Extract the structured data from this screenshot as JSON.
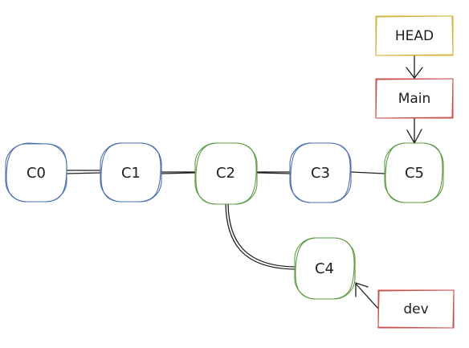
{
  "colors": {
    "blue_fill": "#dbe4fb",
    "blue_stroke": "#4a6fae",
    "green_fill": "#dcefd4",
    "green_stroke": "#5d9c45",
    "yellow_fill": "#fdf3c4",
    "yellow_stroke": "#d4b23a",
    "red_fill": "#f6cfcf",
    "red_stroke": "#c8504f",
    "line": "#1e1e1e"
  },
  "commits": [
    {
      "id": "c0",
      "label": "C0",
      "color": "blue"
    },
    {
      "id": "c1",
      "label": "C1",
      "color": "blue"
    },
    {
      "id": "c2",
      "label": "C2",
      "color": "green"
    },
    {
      "id": "c3",
      "label": "C3",
      "color": "blue"
    },
    {
      "id": "c5",
      "label": "C5",
      "color": "green"
    },
    {
      "id": "c4",
      "label": "C4",
      "color": "green"
    }
  ],
  "refs": [
    {
      "id": "head",
      "label": "HEAD",
      "color": "yellow"
    },
    {
      "id": "main",
      "label": "Main",
      "color": "red"
    },
    {
      "id": "dev",
      "label": "dev",
      "color": "red"
    }
  ],
  "edges": [
    {
      "from": "c0",
      "to": "c1"
    },
    {
      "from": "c1",
      "to": "c2"
    },
    {
      "from": "c2",
      "to": "c3"
    },
    {
      "from": "c3",
      "to": "c5"
    },
    {
      "from": "c2",
      "to": "c4"
    }
  ],
  "pointers": [
    {
      "from": "head",
      "to": "main"
    },
    {
      "from": "main",
      "to": "c5"
    },
    {
      "from": "dev",
      "to": "c4"
    }
  ]
}
